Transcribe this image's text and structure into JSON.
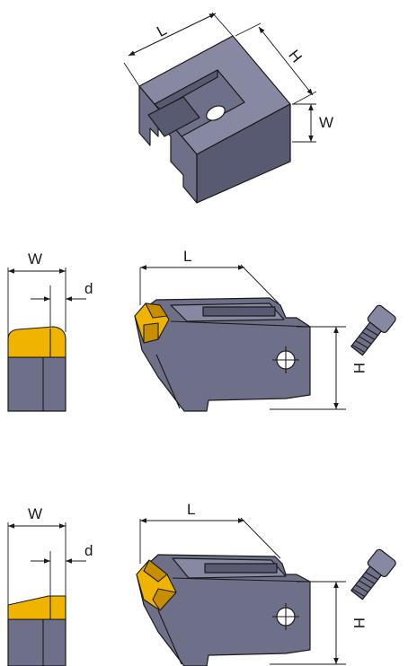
{
  "labels": {
    "iso_length": "L",
    "iso_height": "H",
    "iso_width": "W",
    "a_width": "W",
    "a_offset": "d",
    "a_length": "L",
    "a_height": "H",
    "b_width": "W",
    "b_offset": "d",
    "b_length": "L",
    "b_height": "H"
  },
  "colors": {
    "body": "#6e6f88",
    "insert": "#f0b400"
  }
}
